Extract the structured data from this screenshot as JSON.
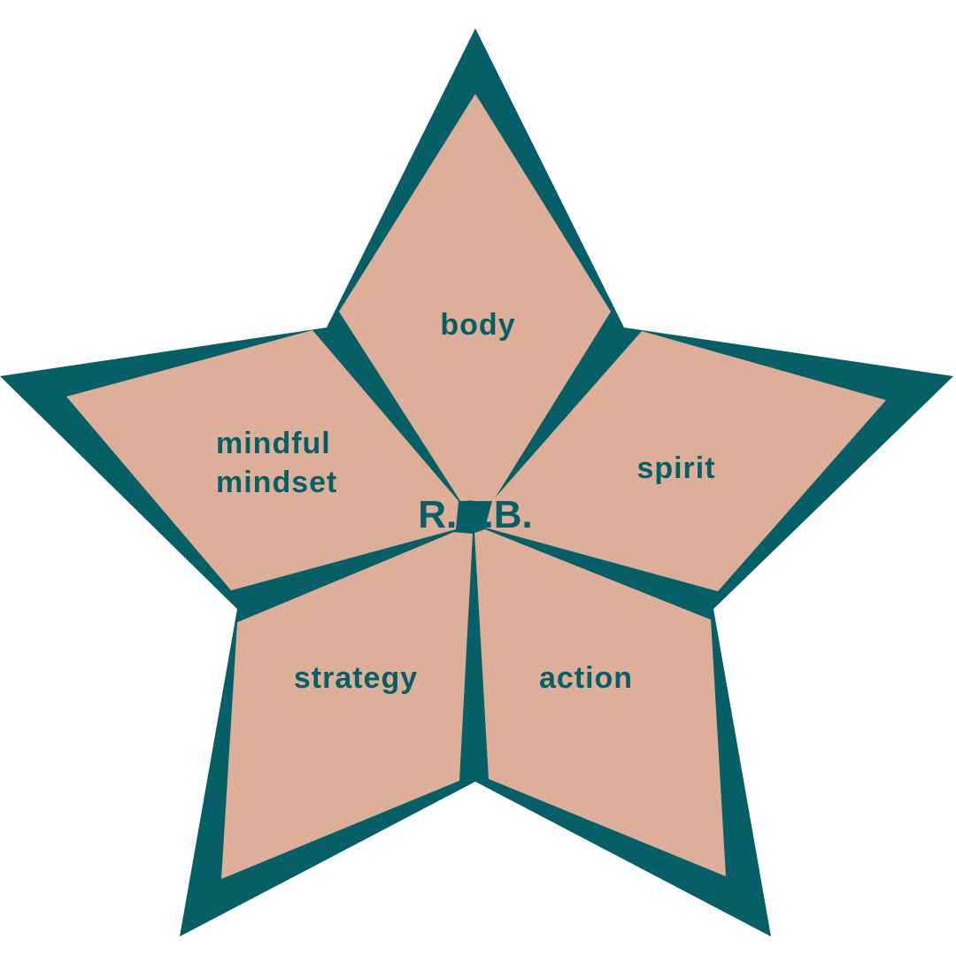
{
  "diagram": {
    "center_label": "R.S.B.",
    "segments": [
      {
        "id": "body",
        "label_lines": [
          "body"
        ]
      },
      {
        "id": "spirit",
        "label_lines": [
          "spirit"
        ]
      },
      {
        "id": "action",
        "label_lines": [
          "action"
        ]
      },
      {
        "id": "strategy",
        "label_lines": [
          "strategy"
        ]
      },
      {
        "id": "mindful-mindset",
        "label_lines": [
          "mindful",
          "mindset"
        ]
      }
    ],
    "colors": {
      "star_outline": "#065F66",
      "segment_fill": "#DDAF98",
      "text": "#065F66",
      "background": "#FFFFFF"
    }
  }
}
